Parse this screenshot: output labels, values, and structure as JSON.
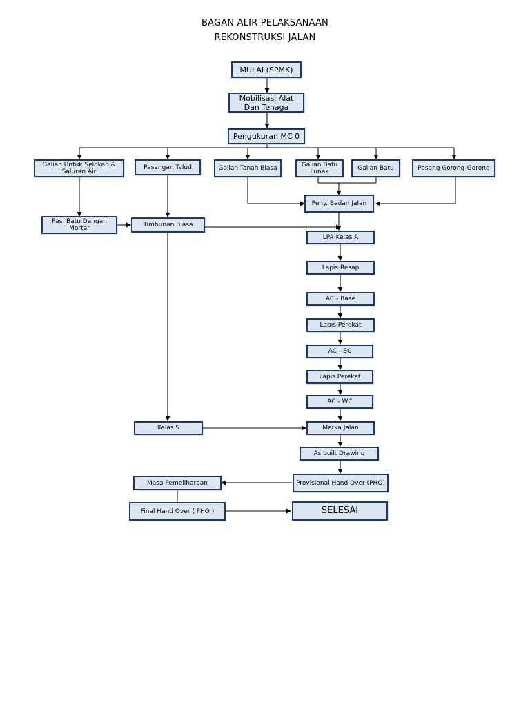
{
  "title": {
    "line1": "BAGAN ALIR PELAKSANAAN",
    "line2": "REKONSTRUKSI JALAN"
  },
  "nodes": {
    "mulai": "MULAI (SPMK)",
    "mobilisasi": "Mobilisasi Alat Dan Tenaga",
    "pengukuran": "Pengukuran MC 0",
    "galian_selokan": "Galian Untuk Selokan & Saluran Air",
    "pasangan_talud": "Pasangan Talud",
    "galian_tanah": "Galian Tanah Biasa",
    "galian_batu_lunak": "Galian Batu Lunak",
    "galian_batu": "Galian Batu",
    "pasang_gorong": "Pasang Gorong-Gorong",
    "peny_badan": "Peny. Badan Jalan",
    "pas_batu": "Pas. Batu Dengan Mortar",
    "timbunan": "Timbunan Biasa",
    "lpa": "LPA Kelas A",
    "lapis_resap": "Lapis Resap",
    "ac_base": "AC - Base",
    "lapis_perekat_1": "Lapis Perekat",
    "ac_bc": "AC - BC",
    "lapis_perekat_2": "Lapis Perekat",
    "ac_wc": "AC - WC",
    "kelas_s": "Kelas S",
    "marka": "Marka Jalan",
    "as_built": "As built Drawing",
    "pho": "Provisional Hand Over (PHO)",
    "masa": "Masa Pemeliharaan",
    "fho": "Final Hand Over ( FHO )",
    "selesai": "SELESAI"
  },
  "colors": {
    "box_fill": "#dce6f1",
    "box_border": "#1f3a5f",
    "line": "#000000"
  }
}
